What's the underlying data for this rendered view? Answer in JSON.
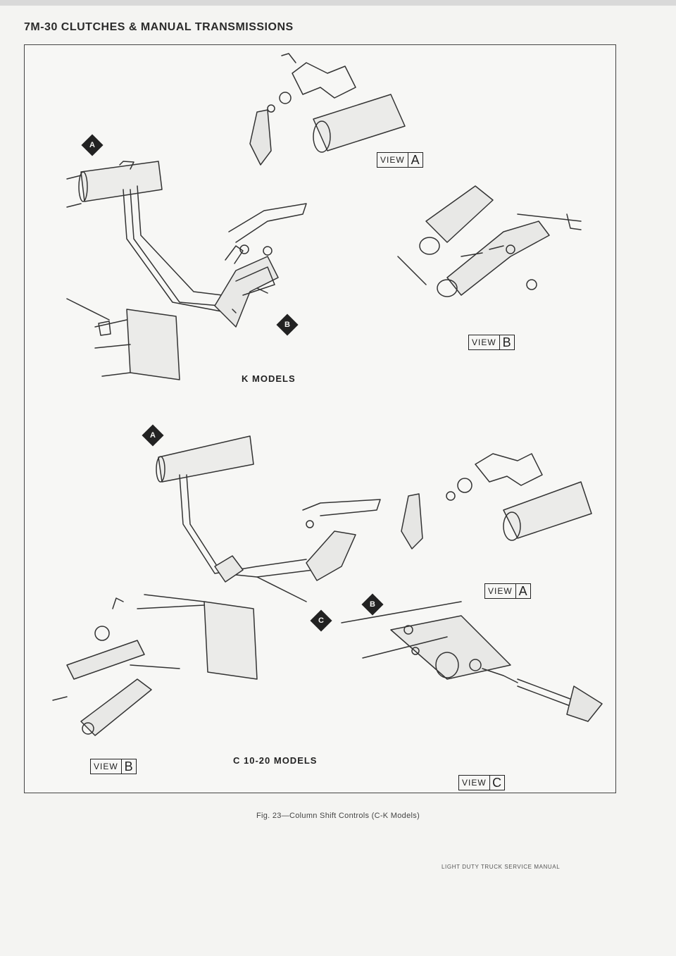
{
  "header": {
    "title": "7M-30 CLUTCHES & MANUAL TRANSMISSIONS"
  },
  "figure": {
    "sections": {
      "k_models": "K MODELS",
      "c_models": "C 10-20 MODELS"
    },
    "view_word": "VIEW",
    "views": {
      "k_a": "A",
      "k_b": "B",
      "c_a": "A",
      "c_b": "B",
      "c_c": "C"
    },
    "tags": {
      "k_a": "A",
      "k_b": "B",
      "c_a": "A",
      "c_b": "B",
      "c_c": "C"
    },
    "caption": "Fig. 23—Column Shift Controls (C-K Models)"
  },
  "footer": {
    "text": "LIGHT DUTY TRUCK SERVICE MANUAL"
  }
}
